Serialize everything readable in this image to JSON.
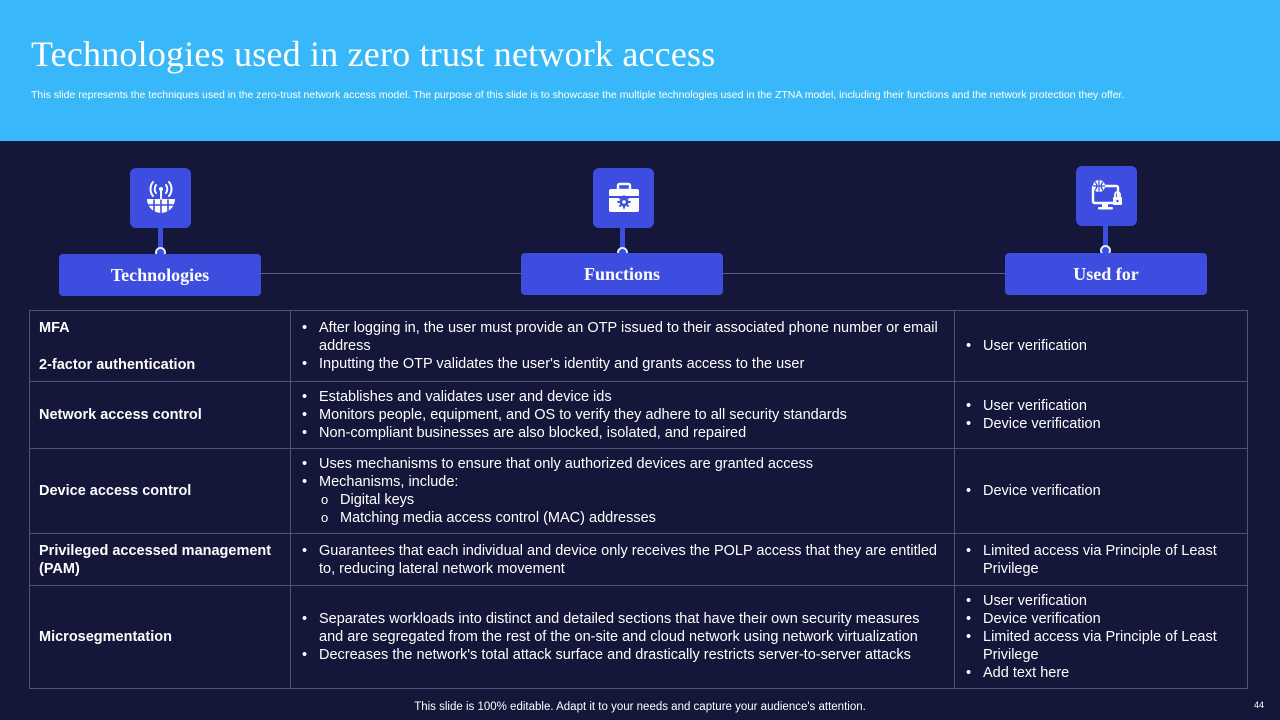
{
  "header": {
    "title": "Technologies used in zero trust network access",
    "subtitle": "This slide represents the techniques used in the zero-trust network access model. The purpose of this slide is to showcase the multiple technologies used in the ZTNA model, including their functions and the network protection they offer."
  },
  "categories": {
    "technologies": {
      "label": "Technologies",
      "icon": "wireless-globe-icon"
    },
    "functions": {
      "label": "Functions",
      "icon": "toolbox-gear-icon"
    },
    "used_for": {
      "label": "Used for",
      "icon": "computer-globe-lock-icon"
    }
  },
  "rows": [
    {
      "tech_line1": "MFA",
      "tech_line2": "2-factor authentication",
      "functions": [
        "After logging in, the user must provide an OTP issued to their associated phone number or email address",
        "Inputting the OTP validates the user's identity and grants access to the user"
      ],
      "used_for": [
        "User verification"
      ]
    },
    {
      "tech": "Network access control",
      "functions": [
        "Establishes and validates user and device ids",
        "Monitors people, equipment, and OS to verify they adhere to all security standards",
        "Non-compliant businesses are also blocked, isolated, and repaired"
      ],
      "used_for": [
        "User verification",
        "Device verification"
      ]
    },
    {
      "tech": "Device access control",
      "functions": [
        "Uses mechanisms to ensure that only authorized devices are granted access",
        "Mechanisms, include:"
      ],
      "sub_functions": [
        "Digital keys",
        "Matching media access control (MAC) addresses"
      ],
      "used_for": [
        "Device verification"
      ]
    },
    {
      "tech": "Privileged accessed management (PAM)",
      "functions": [
        "Guarantees that each individual and device only receives the POLP access that they are entitled to, reducing lateral network movement"
      ],
      "used_for": [
        "Limited access via Principle of Least Privilege"
      ]
    },
    {
      "tech": "Microsegmentation",
      "functions": [
        "Separates workloads into distinct and detailed sections that have their own security measures and are segregated from the rest of the on-site and cloud network using network virtualization",
        "Decreases the network's total attack surface and drastically restricts server-to-server attacks"
      ],
      "used_for": [
        "User verification",
        "Device verification",
        "Limited access via Principle of Least Privilege",
        "Add text here"
      ]
    }
  ],
  "footer": {
    "note": "This slide is 100% editable. Adapt it to your needs and capture your audience's attention.",
    "page_number": "44"
  }
}
